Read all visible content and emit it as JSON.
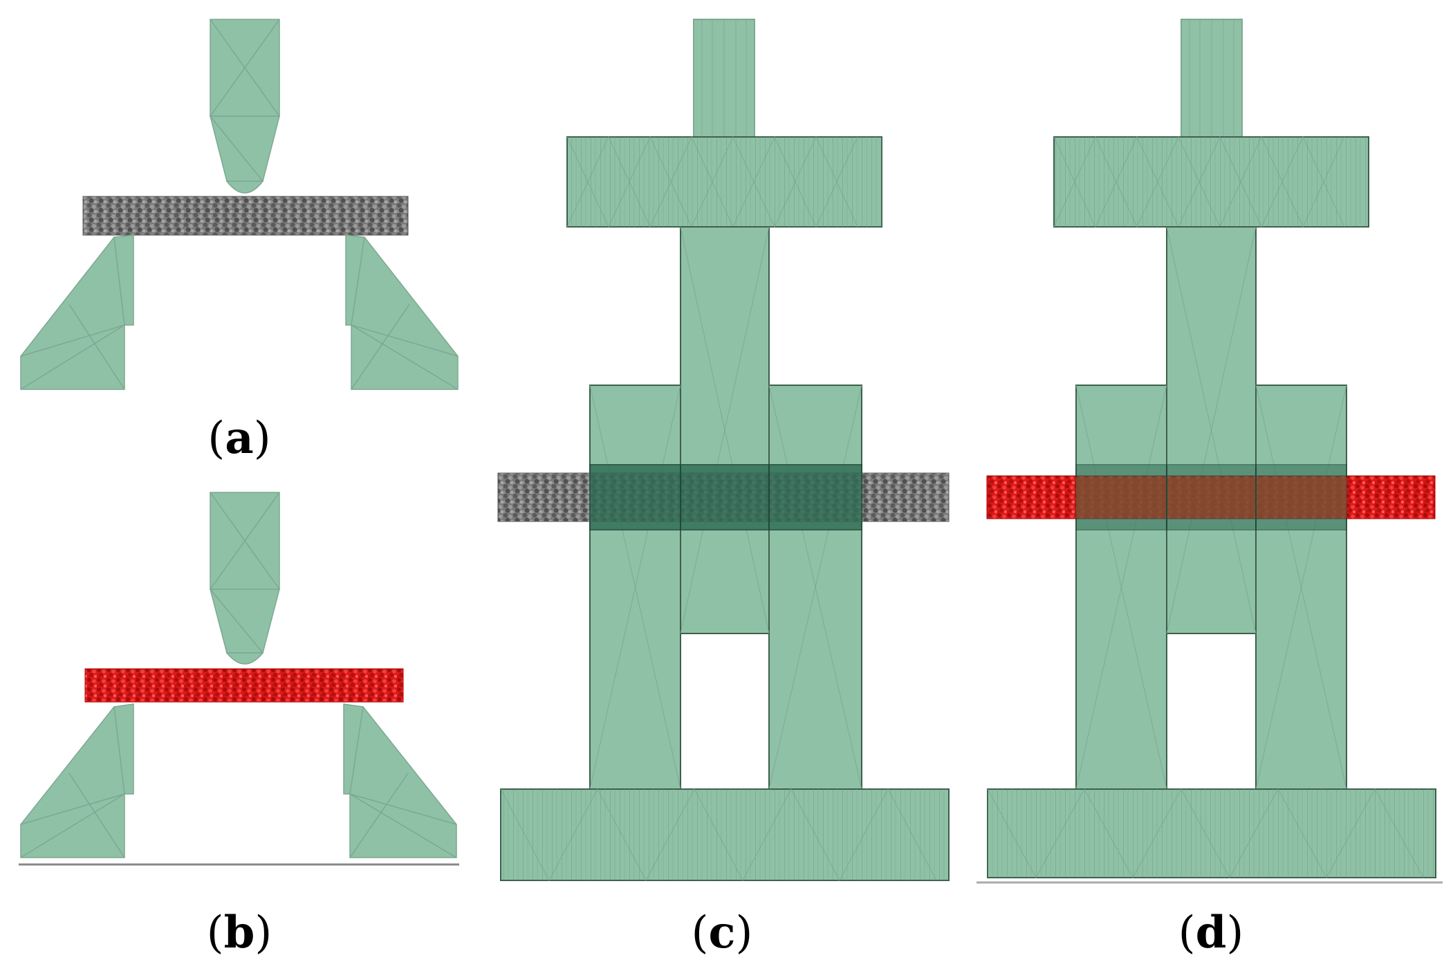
{
  "panels": [
    {
      "id": "a",
      "label": "a",
      "particles": "gray"
    },
    {
      "id": "b",
      "label": "b",
      "particles": "red"
    },
    {
      "id": "c",
      "label": "c",
      "particles": "gray"
    },
    {
      "id": "d",
      "label": "d",
      "particles": "red"
    }
  ],
  "colors": {
    "fixture_fill": "#8fc1a6",
    "fixture_stroke": "#3d5f4c",
    "fixture_dark": "#2e6e54",
    "mesh_line": "#7da892",
    "particles_gray": "#6e6e6e",
    "particles_red": "#d41414",
    "overlap_gray": "#2f6d55",
    "overlap_red": "#8a4a2c",
    "baseline": "#888888"
  }
}
